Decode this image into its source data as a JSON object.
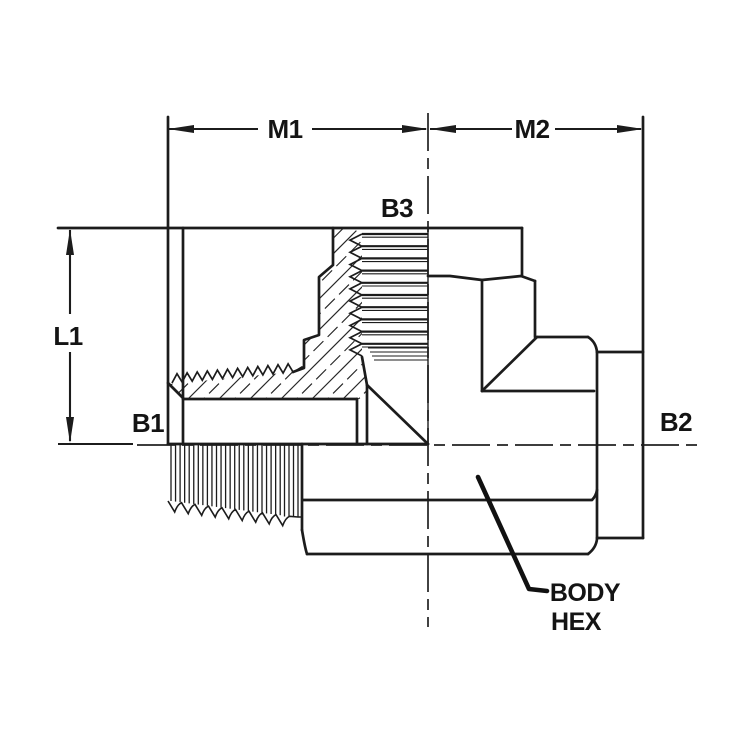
{
  "figure": {
    "description": "Sectioned technical drawing of a hydraulic pipe tee fitting with dimension callouts",
    "background_color": "#ffffff",
    "line_color": "#1c1c1c",
    "text_color": "#141414"
  },
  "dimension_labels": {
    "m1": "M1",
    "m2": "M2",
    "l1": "L1"
  },
  "port_labels": {
    "b1": "B1",
    "b2": "B2",
    "b3": "B3"
  },
  "callout": {
    "line1": "BODY",
    "line2": "HEX"
  }
}
